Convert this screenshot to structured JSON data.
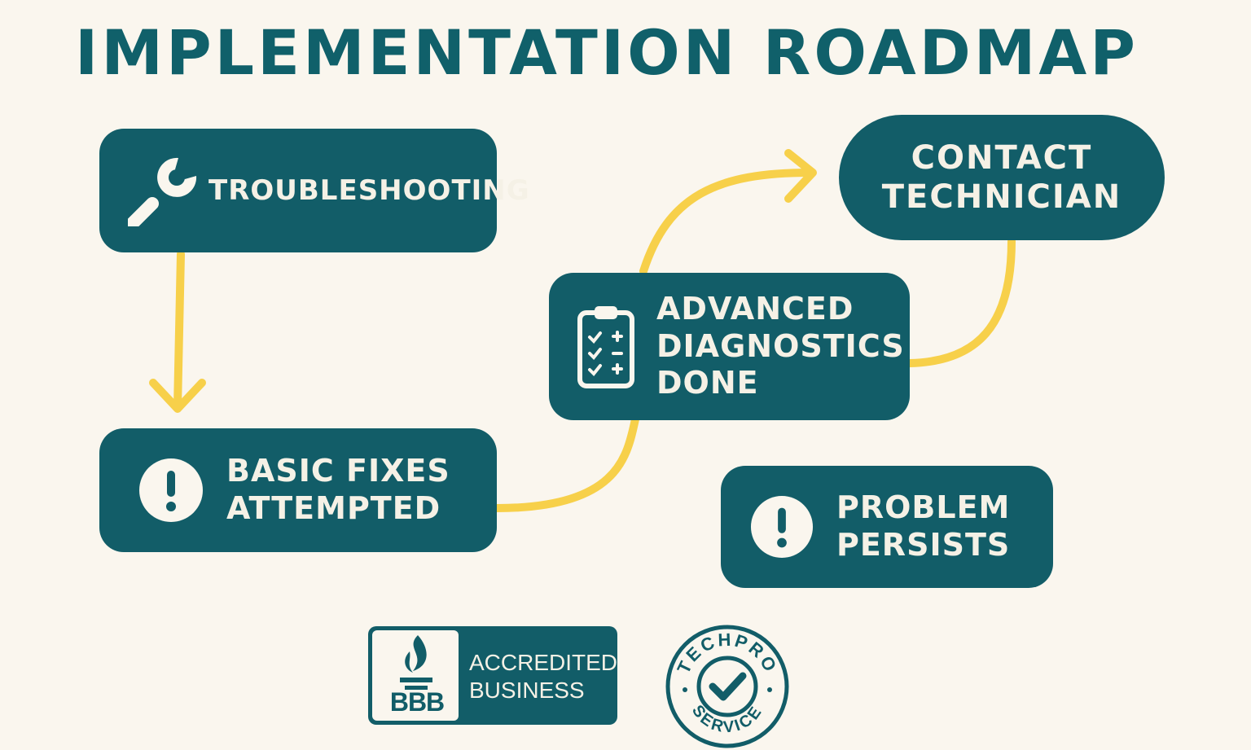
{
  "title": "IMPLEMENTATION ROADMAP",
  "colors": {
    "background": "#faf6ee",
    "box": "#125d68",
    "text_on_box": "#f5f1e6",
    "title": "#10606a",
    "arrow": "#f7d04a"
  },
  "steps": [
    {
      "id": "troubleshooting",
      "icon": "wrench-icon",
      "lines": [
        "TROUBLESHOOTING"
      ]
    },
    {
      "id": "basic-fixes",
      "icon": "exclamation-icon",
      "lines": [
        "BASIC FIXES",
        "ATTEMPTED"
      ]
    },
    {
      "id": "advanced-diagnostics",
      "icon": "clipboard-checklist-icon",
      "lines": [
        "ADVANCED",
        "DIAGNOSTICS",
        "DONE"
      ]
    },
    {
      "id": "contact-technician",
      "icon": "",
      "lines": [
        "CONTACT",
        "TECHNICIAN"
      ]
    },
    {
      "id": "problem-persists",
      "icon": "exclamation-icon",
      "lines": [
        "PROBLEM",
        "PERSISTS"
      ]
    }
  ],
  "badges": {
    "bbb": {
      "logo_text": "BBB",
      "lines": [
        "ACCREDITED",
        "BUSINESS"
      ],
      "icon": "torch-flame-icon"
    },
    "seal": {
      "top_text": "TECHPRO",
      "bottom_text": "SERVICE",
      "icon": "checkmark-icon"
    }
  }
}
